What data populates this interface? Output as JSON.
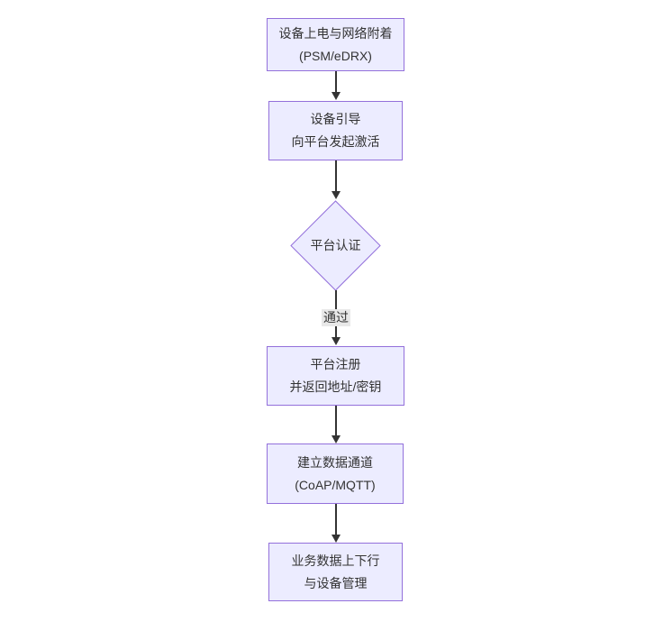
{
  "diagram": {
    "type": "flowchart",
    "direction": "top-down",
    "colors": {
      "node_fill": "#ECECFF",
      "node_border": "#9370DB",
      "node_text": "#333333",
      "edge_stroke": "#333333",
      "edge_label_bg": "#e8e8e8",
      "background": "#ffffff"
    },
    "nodes": [
      {
        "id": "attach",
        "shape": "rect",
        "line1": "设备上电与网络附着",
        "line2": "(PSM/eDRX)"
      },
      {
        "id": "bootstrap",
        "shape": "rect",
        "line1": "设备引导",
        "line2": "向平台发起激活"
      },
      {
        "id": "auth",
        "shape": "diamond",
        "line1": "平台认证",
        "line2": ""
      },
      {
        "id": "register",
        "shape": "rect",
        "line1": "平台注册",
        "line2": "并返回地址/密钥"
      },
      {
        "id": "channel",
        "shape": "rect",
        "line1": "建立数据通道",
        "line2": "(CoAP/MQTT)"
      },
      {
        "id": "business",
        "shape": "rect",
        "line1": "业务数据上下行",
        "line2": "与设备管理"
      }
    ],
    "edges": [
      {
        "from": "attach",
        "to": "bootstrap",
        "label": ""
      },
      {
        "from": "bootstrap",
        "to": "auth",
        "label": ""
      },
      {
        "from": "auth",
        "to": "register",
        "label": "通过"
      },
      {
        "from": "register",
        "to": "channel",
        "label": ""
      },
      {
        "from": "channel",
        "to": "business",
        "label": ""
      }
    ]
  }
}
